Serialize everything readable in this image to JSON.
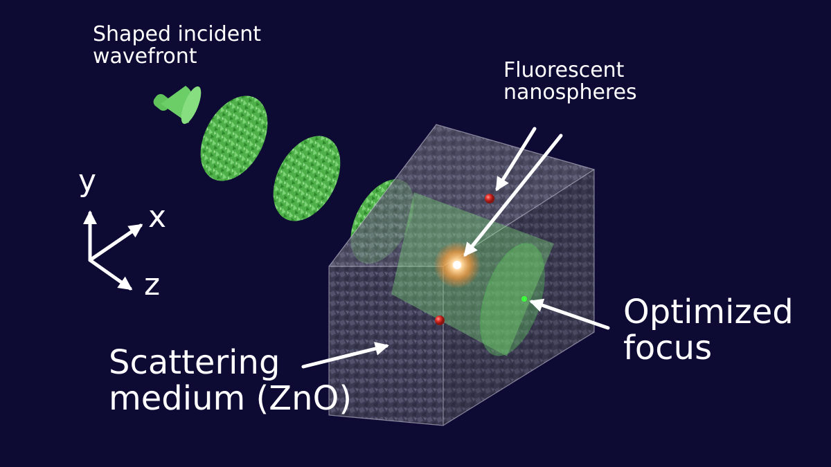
{
  "labels": {
    "wavefront": [
      "Shaped incident",
      "wavefront"
    ],
    "nanospheres": [
      "Fluorescent",
      "nanospheres"
    ],
    "optimized_focus": [
      "Optimized",
      "focus"
    ],
    "scattering_medium": [
      "Scattering",
      "medium (ZnO)"
    ]
  },
  "axes": {
    "y": "y",
    "x": "x",
    "z": "z"
  },
  "colors": {
    "background": "#0d0a33",
    "wavefront_green": "#5fc25a",
    "beam_green": "#7ee07a",
    "medium_gray": "#8a8a9a",
    "nanosphere_red": "#e0302a",
    "focus_green": "#3cff3c",
    "glow_orange": "#ff9a3c",
    "text": "#ffffff"
  }
}
